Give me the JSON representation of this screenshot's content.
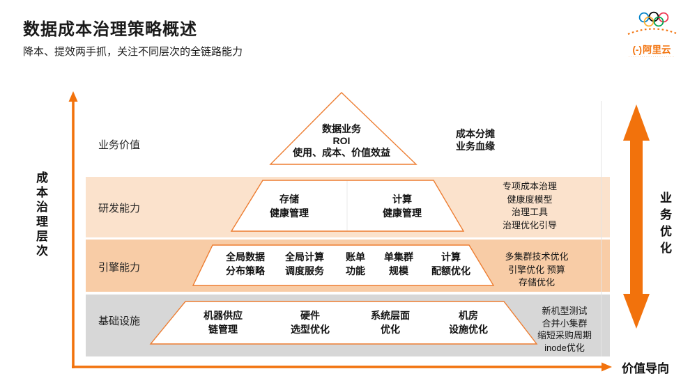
{
  "slide": {
    "title": "数据成本治理策略概述",
    "subtitle": "降本、提效两手抓，关注不同层次的全链路能力"
  },
  "logo": {
    "wordmark_icon": "(-)",
    "wordmark_text": "阿里云",
    "tagline": "·····················"
  },
  "axes": {
    "y_axis_label": "成本治理层次",
    "x_axis_label": "价值导向",
    "right_arrow_label": "业务优化"
  },
  "pyramid": {
    "layers": [
      {
        "row_label": "业务价值",
        "shape_text": "数据业务\nROI\n使用、成本、价值效益",
        "side_note": "成本分摊\n业务血缘"
      },
      {
        "row_label": "研发能力",
        "cells": [
          "存储\n健康管理",
          "计算\n健康管理"
        ],
        "side_note": "专项成本治理\n健康度模型\n治理工具\n治理优化引导"
      },
      {
        "row_label": "引擎能力",
        "cells": [
          "全局数据\n分布策略",
          "全局计算\n调度服务",
          "账单\n功能",
          "单集群\n规模",
          "计算\n配额优化"
        ],
        "side_note": "多集群技术优化\n引擎优化 预算\n存储优化"
      },
      {
        "row_label": "基础设施",
        "cells": [
          "机器供应\n链管理",
          "硬件\n选型优化",
          "系统层面\n优化",
          "机房\n设施优化"
        ],
        "side_note": "新机型测试\n合并小集群\n缩短采购周期\ninode优化"
      }
    ]
  },
  "colors": {
    "accent_orange": "#F2720C",
    "shape_border_orange": "#ED7D31",
    "band_rnd": "#FBE2CC",
    "band_engine": "#F8CCA6",
    "band_infra": "#D7D7D7",
    "ring_blue": "#0081C8",
    "ring_black": "#000000",
    "ring_red": "#EE334E",
    "ring_yellow": "#FCB131",
    "ring_green": "#00A651"
  }
}
